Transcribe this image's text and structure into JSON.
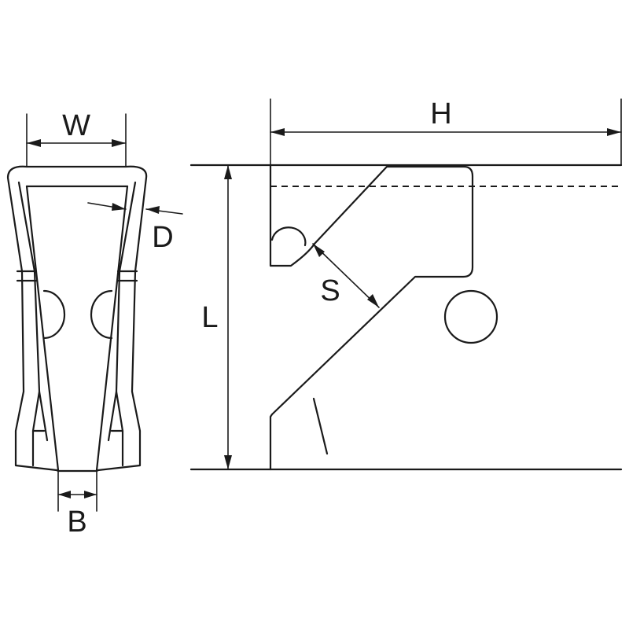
{
  "dimensions": {
    "width_label": "W",
    "thickness_label": "D",
    "base_width_label": "B",
    "length_label": "L",
    "height_label": "H",
    "slot_label": "S"
  },
  "colors": {
    "line": "#1a1a1a",
    "background": "#ffffff"
  }
}
